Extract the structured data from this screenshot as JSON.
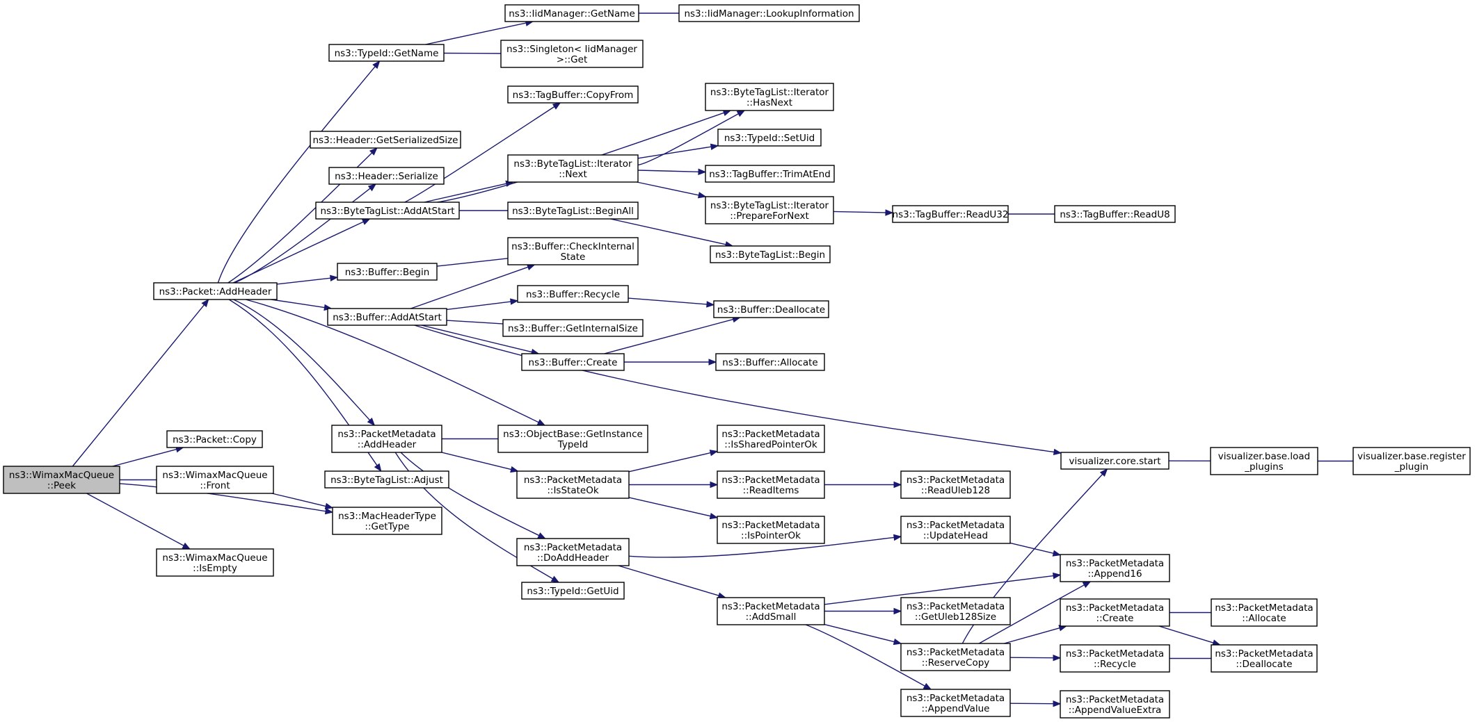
{
  "colors": {
    "edge": "#191970",
    "node_border": "#000000",
    "root_fill": "#bfbfbf",
    "background": "#ffffff"
  },
  "nodes": {
    "peek": {
      "lines": [
        "ns3::WimaxMacQueue",
        "::Peek"
      ],
      "root": true
    },
    "addheader": {
      "lines": [
        "ns3::Packet::AddHeader"
      ]
    },
    "pcopy": {
      "lines": [
        "ns3::Packet::Copy"
      ]
    },
    "front": {
      "lines": [
        "ns3::WimaxMacQueue",
        "::Front"
      ]
    },
    "isempty": {
      "lines": [
        "ns3::WimaxMacQueue",
        "::IsEmpty"
      ]
    },
    "gettype": {
      "lines": [
        "ns3::MacHeaderType",
        "::GetType"
      ]
    },
    "typeidgetname": {
      "lines": [
        "ns3::TypeId::GetName"
      ]
    },
    "iidgetname": {
      "lines": [
        "ns3::IidManager::GetName"
      ]
    },
    "lookupinfo": {
      "lines": [
        "ns3::IidManager::LookupInformation"
      ]
    },
    "singleton": {
      "lines": [
        "ns3::Singleton< IidManager",
        ">::Get"
      ]
    },
    "hdrsersize": {
      "lines": [
        "ns3::Header::GetSerializedSize"
      ]
    },
    "hdrser": {
      "lines": [
        "ns3::Header::Serialize"
      ]
    },
    "btladdatstart": {
      "lines": [
        "ns3::ByteTagList::AddAtStart"
      ]
    },
    "tbcopyfrom": {
      "lines": [
        "ns3::TagBuffer::CopyFrom"
      ]
    },
    "ithasnext": {
      "lines": [
        "ns3::ByteTagList::Iterator",
        "::HasNext"
      ]
    },
    "itnext": {
      "lines": [
        "ns3::ByteTagList::Iterator",
        "::Next"
      ]
    },
    "setuid": {
      "lines": [
        "ns3::TypeId::SetUid"
      ]
    },
    "trimatend": {
      "lines": [
        "ns3::TagBuffer::TrimAtEnd"
      ]
    },
    "prepnext": {
      "lines": [
        "ns3::ByteTagList::Iterator",
        "::PrepareForNext"
      ]
    },
    "readu32": {
      "lines": [
        "ns3::TagBuffer::ReadU32"
      ]
    },
    "readu8": {
      "lines": [
        "ns3::TagBuffer::ReadU8"
      ]
    },
    "beginall": {
      "lines": [
        "ns3::ByteTagList::BeginAll"
      ]
    },
    "btlbegin": {
      "lines": [
        "ns3::ByteTagList::Begin"
      ]
    },
    "bufbegin": {
      "lines": [
        "ns3::Buffer::Begin"
      ]
    },
    "checkint": {
      "lines": [
        "ns3::Buffer::CheckInternal",
        "State"
      ]
    },
    "bufaddatstart": {
      "lines": [
        "ns3::Buffer::AddAtStart"
      ]
    },
    "recycle": {
      "lines": [
        "ns3::Buffer::Recycle"
      ]
    },
    "dealloc": {
      "lines": [
        "ns3::Buffer::Deallocate"
      ]
    },
    "getintsize": {
      "lines": [
        "ns3::Buffer::GetInternalSize"
      ]
    },
    "bufcreate": {
      "lines": [
        "ns3::Buffer::Create"
      ]
    },
    "bufalloc": {
      "lines": [
        "ns3::Buffer::Allocate"
      ]
    },
    "pmaddheader": {
      "lines": [
        "ns3::PacketMetadata",
        "::AddHeader"
      ]
    },
    "getinstance": {
      "lines": [
        "ns3::ObjectBase::GetInstance",
        "TypeId"
      ]
    },
    "btladjust": {
      "lines": [
        "ns3::ByteTagList::Adjust"
      ]
    },
    "isstateok": {
      "lines": [
        "ns3::PacketMetadata",
        "::IsStateOk"
      ]
    },
    "issharedptr": {
      "lines": [
        "ns3::PacketMetadata",
        "::IsSharedPointerOk"
      ]
    },
    "readitems": {
      "lines": [
        "ns3::PacketMetadata",
        "::ReadItems"
      ]
    },
    "readuleb": {
      "lines": [
        "ns3::PacketMetadata",
        "::ReadUleb128"
      ]
    },
    "isptrok": {
      "lines": [
        "ns3::PacketMetadata",
        "::IsPointerOk"
      ]
    },
    "doaddheader": {
      "lines": [
        "ns3::PacketMetadata",
        "::DoAddHeader"
      ]
    },
    "updatehead": {
      "lines": [
        "ns3::PacketMetadata",
        "::UpdateHead"
      ]
    },
    "getuid": {
      "lines": [
        "ns3::TypeId::GetUid"
      ]
    },
    "addsmall": {
      "lines": [
        "ns3::PacketMetadata",
        "::AddSmall"
      ]
    },
    "append16": {
      "lines": [
        "ns3::PacketMetadata",
        "::Append16"
      ]
    },
    "getulebsize": {
      "lines": [
        "ns3::PacketMetadata",
        "::GetUleb128Size"
      ]
    },
    "reservecopy": {
      "lines": [
        "ns3::PacketMetadata",
        "::ReserveCopy"
      ]
    },
    "appendvalue": {
      "lines": [
        "ns3::PacketMetadata",
        "::AppendValue"
      ]
    },
    "appendvalext": {
      "lines": [
        "ns3::PacketMetadata",
        "::AppendValueExtra"
      ]
    },
    "pmcreate": {
      "lines": [
        "ns3::PacketMetadata",
        "::Create"
      ]
    },
    "pmrecycle": {
      "lines": [
        "ns3::PacketMetadata",
        "::Recycle"
      ]
    },
    "pmallocate": {
      "lines": [
        "ns3::PacketMetadata",
        "::Allocate"
      ]
    },
    "pmdealloc": {
      "lines": [
        "ns3::PacketMetadata",
        "::Deallocate"
      ]
    },
    "vizstart": {
      "lines": [
        "visualizer.core.start"
      ]
    },
    "vizload": {
      "lines": [
        "visualizer.base.load",
        "_plugins"
      ]
    },
    "vizreg": {
      "lines": [
        "visualizer.base.register",
        "_plugin"
      ]
    }
  },
  "edges": [
    [
      "peek",
      "addheader"
    ],
    [
      "peek",
      "pcopy"
    ],
    [
      "peek",
      "front"
    ],
    [
      "peek",
      "gettype"
    ],
    [
      "peek",
      "isempty"
    ],
    [
      "front",
      "gettype"
    ],
    [
      "addheader",
      "typeidgetname"
    ],
    [
      "addheader",
      "hdrsersize"
    ],
    [
      "addheader",
      "hdrser"
    ],
    [
      "addheader",
      "btladdatstart"
    ],
    [
      "addheader",
      "bufbegin"
    ],
    [
      "addheader",
      "bufaddatstart"
    ],
    [
      "addheader",
      "pmaddheader"
    ],
    [
      "addheader",
      "getinstance"
    ],
    [
      "addheader",
      "btladjust"
    ],
    [
      "typeidgetname",
      "iidgetname"
    ],
    [
      "typeidgetname",
      "singleton"
    ],
    [
      "iidgetname",
      "lookupinfo"
    ],
    [
      "btladdatstart",
      "tbcopyfrom"
    ],
    [
      "btladdatstart",
      "ithasnext"
    ],
    [
      "btladdatstart",
      "itnext"
    ],
    [
      "btladdatstart",
      "beginall"
    ],
    [
      "itnext",
      "ithasnext"
    ],
    [
      "itnext",
      "setuid"
    ],
    [
      "itnext",
      "trimatend"
    ],
    [
      "itnext",
      "prepnext"
    ],
    [
      "prepnext",
      "readu32"
    ],
    [
      "readu32",
      "readu8"
    ],
    [
      "beginall",
      "btlbegin"
    ],
    [
      "bufbegin",
      "checkint"
    ],
    [
      "bufaddatstart",
      "checkint"
    ],
    [
      "bufaddatstart",
      "recycle"
    ],
    [
      "bufaddatstart",
      "getintsize"
    ],
    [
      "bufaddatstart",
      "bufcreate"
    ],
    [
      "bufaddatstart",
      "vizstart"
    ],
    [
      "recycle",
      "dealloc"
    ],
    [
      "bufcreate",
      "dealloc"
    ],
    [
      "bufcreate",
      "bufalloc"
    ],
    [
      "pmaddheader",
      "getinstance"
    ],
    [
      "pmaddheader",
      "isstateok"
    ],
    [
      "pmaddheader",
      "doaddheader"
    ],
    [
      "pmaddheader",
      "getuid"
    ],
    [
      "isstateok",
      "issharedptr"
    ],
    [
      "isstateok",
      "readitems"
    ],
    [
      "isstateok",
      "isptrok"
    ],
    [
      "readitems",
      "readuleb"
    ],
    [
      "doaddheader",
      "updatehead"
    ],
    [
      "doaddheader",
      "addsmall"
    ],
    [
      "updatehead",
      "append16"
    ],
    [
      "addsmall",
      "append16"
    ],
    [
      "addsmall",
      "getulebsize"
    ],
    [
      "addsmall",
      "reservecopy"
    ],
    [
      "addsmall",
      "appendvalue"
    ],
    [
      "appendvalue",
      "appendvalext"
    ],
    [
      "reservecopy",
      "append16"
    ],
    [
      "reservecopy",
      "pmcreate"
    ],
    [
      "reservecopy",
      "pmrecycle"
    ],
    [
      "reservecopy",
      "vizstart"
    ],
    [
      "pmcreate",
      "pmallocate"
    ],
    [
      "pmcreate",
      "pmdealloc"
    ],
    [
      "pmrecycle",
      "pmdealloc"
    ],
    [
      "vizstart",
      "vizload"
    ],
    [
      "vizload",
      "vizreg"
    ]
  ]
}
